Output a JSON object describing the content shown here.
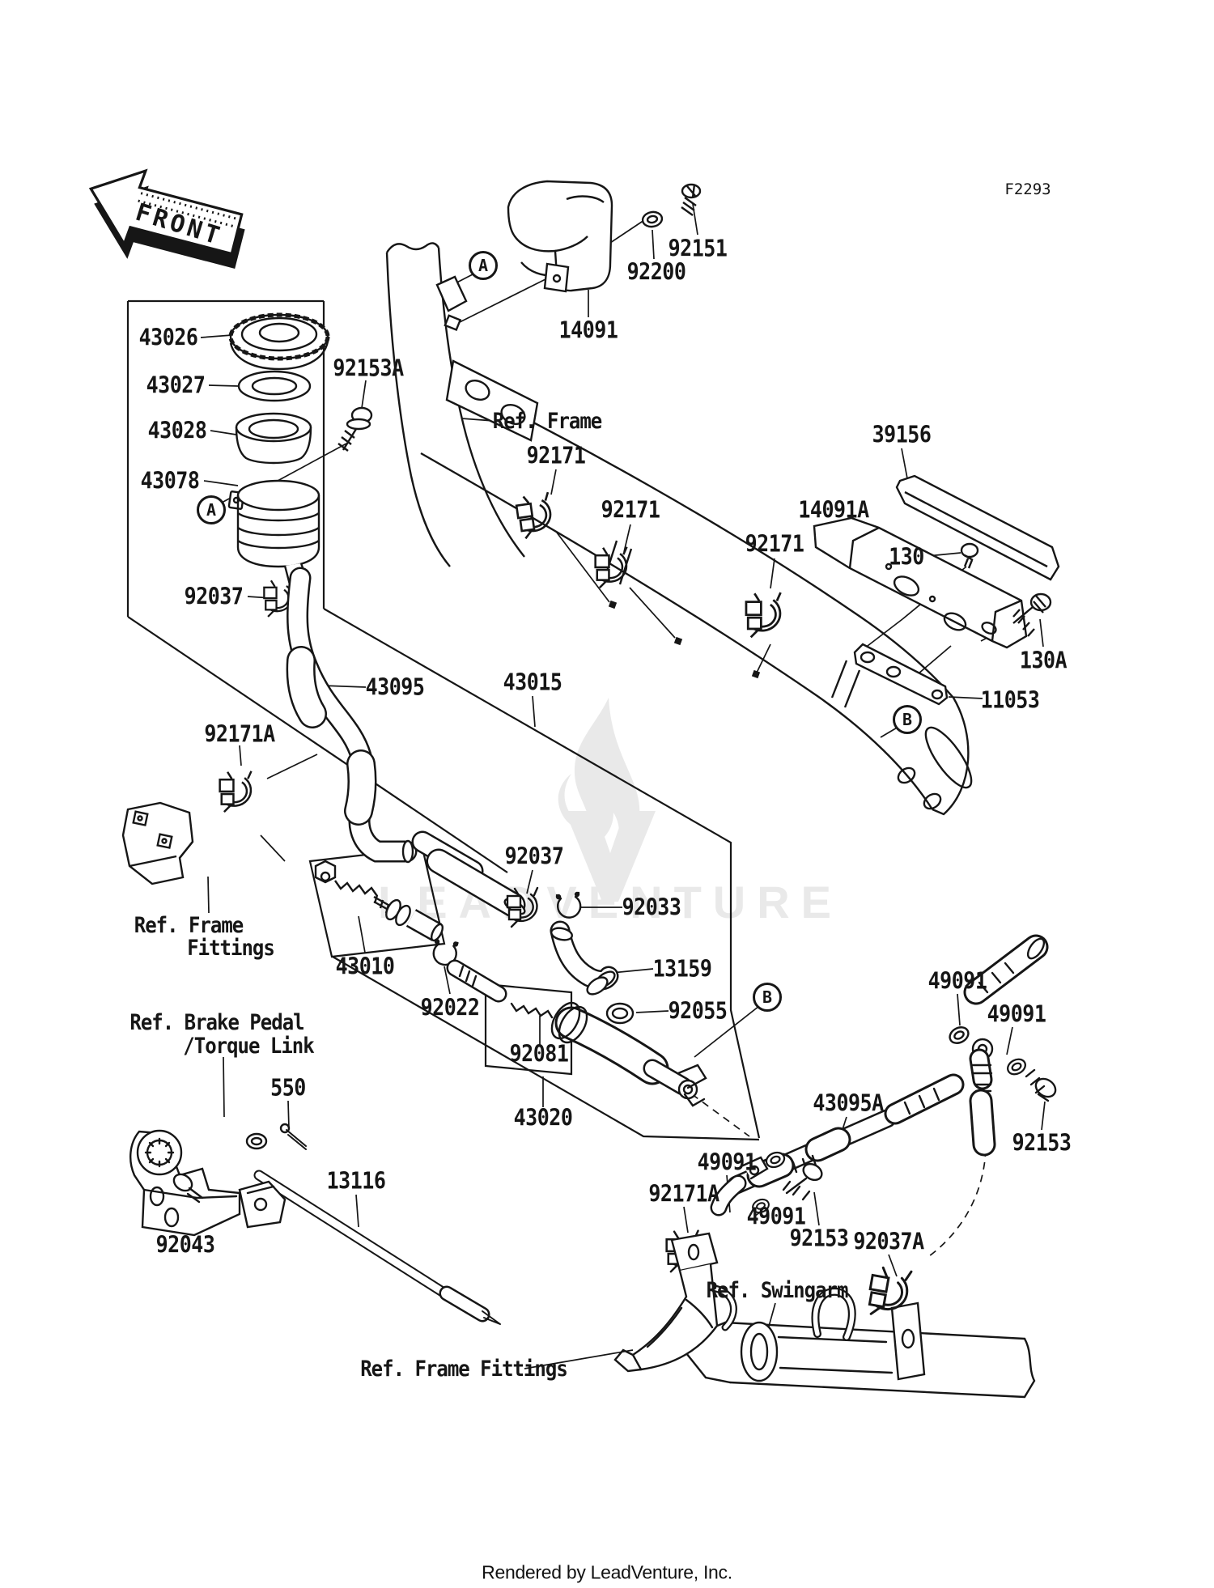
{
  "page": {
    "figure_code": "F2293",
    "front_arrow_label": "FRONT",
    "watermark_text": "LEADVENTURE",
    "footer_credit": "Rendered by LeadVenture, Inc.",
    "line_color": "#161616",
    "watermark_color": "#e9e9e9",
    "background_color": "#ffffff"
  },
  "section_markers": [
    {
      "label": "A"
    },
    {
      "label": "A"
    },
    {
      "label": "B"
    },
    {
      "label": "B"
    }
  ],
  "part_labels": [
    {
      "text": "43026"
    },
    {
      "text": "43027"
    },
    {
      "text": "43028"
    },
    {
      "text": "43078"
    },
    {
      "text": "92153A"
    },
    {
      "text": "92151"
    },
    {
      "text": "92200"
    },
    {
      "text": "14091"
    },
    {
      "text": "92171"
    },
    {
      "text": "92171"
    },
    {
      "text": "92171"
    },
    {
      "text": "39156"
    },
    {
      "text": "14091A"
    },
    {
      "text": "130"
    },
    {
      "text": "130A"
    },
    {
      "text": "11053"
    },
    {
      "text": "92037"
    },
    {
      "text": "43095"
    },
    {
      "text": "43015"
    },
    {
      "text": "92171A"
    },
    {
      "text": "92037"
    },
    {
      "text": "92033"
    },
    {
      "text": "13159"
    },
    {
      "text": "92055"
    },
    {
      "text": "43010"
    },
    {
      "text": "92022"
    },
    {
      "text": "92081"
    },
    {
      "text": "43020"
    },
    {
      "text": "550"
    },
    {
      "text": "13116"
    },
    {
      "text": "92043"
    },
    {
      "text": "49091"
    },
    {
      "text": "49091"
    },
    {
      "text": "92153"
    },
    {
      "text": "43095A"
    },
    {
      "text": "49091"
    },
    {
      "text": "92171A"
    },
    {
      "text": "49091"
    },
    {
      "text": "92153"
    },
    {
      "text": "92037A"
    }
  ],
  "ref_labels": [
    {
      "text": "Ref. Frame"
    },
    {
      "text": "Ref. Frame"
    },
    {
      "text": "Fittings"
    },
    {
      "text": "Ref. Brake Pedal"
    },
    {
      "text": "/Torque Link"
    },
    {
      "text": "Ref. Swingarm"
    },
    {
      "text": "Ref. Frame Fittings"
    }
  ]
}
